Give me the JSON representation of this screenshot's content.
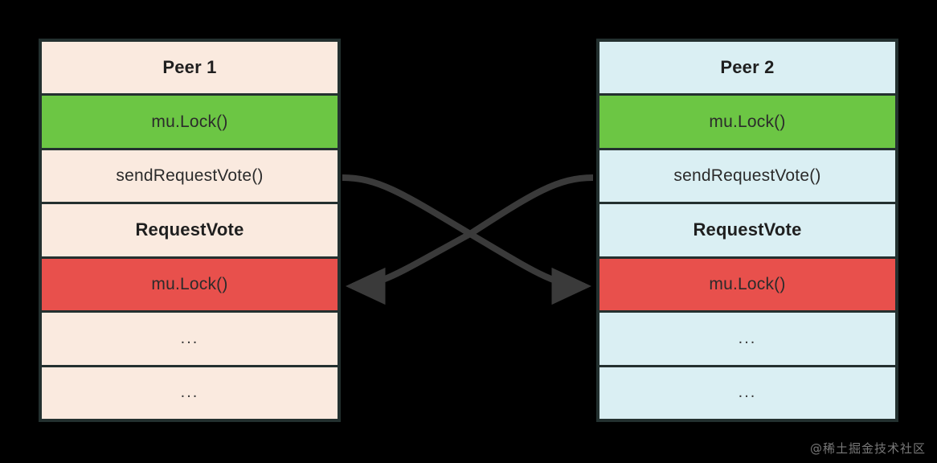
{
  "background_color": "#000000",
  "peers": [
    {
      "id": "peer-1",
      "title": "Peer 1",
      "fill_color": "#faeadf",
      "border_color": "#23302f",
      "rows": [
        {
          "label": "Peer 1",
          "style": "header"
        },
        {
          "label": "mu.Lock()",
          "style": "green"
        },
        {
          "label": "sendRequestVote()",
          "style": "plain"
        },
        {
          "label": "RequestVote",
          "style": "bold"
        },
        {
          "label": "mu.Lock()",
          "style": "red"
        },
        {
          "label": "...",
          "style": "ellipsis"
        },
        {
          "label": "...",
          "style": "ellipsis"
        }
      ]
    },
    {
      "id": "peer-2",
      "title": "Peer 2",
      "fill_color": "#daeff3",
      "border_color": "#23302f",
      "rows": [
        {
          "label": "Peer 2",
          "style": "header"
        },
        {
          "label": "mu.Lock()",
          "style": "green"
        },
        {
          "label": "sendRequestVote()",
          "style": "plain"
        },
        {
          "label": "RequestVote",
          "style": "bold"
        },
        {
          "label": "mu.Lock()",
          "style": "red"
        },
        {
          "label": "...",
          "style": "ellipsis"
        },
        {
          "label": "...",
          "style": "ellipsis"
        }
      ]
    }
  ],
  "status_colors": {
    "green": "#6cc644",
    "red": "#e8504c"
  },
  "arrows": [
    {
      "name": "peer1-send-to-peer2-lock",
      "from": "Peer 1 sendRequestVote()",
      "to": "Peer 2 mu.Lock()",
      "color": "#3a3a3a"
    },
    {
      "name": "peer2-send-to-peer1-lock",
      "from": "Peer 2 sendRequestVote()",
      "to": "Peer 1 mu.Lock()",
      "color": "#3a3a3a"
    }
  ],
  "watermark": {
    "text": "@稀土掘金技术社区",
    "color": "#8e8e8e"
  }
}
